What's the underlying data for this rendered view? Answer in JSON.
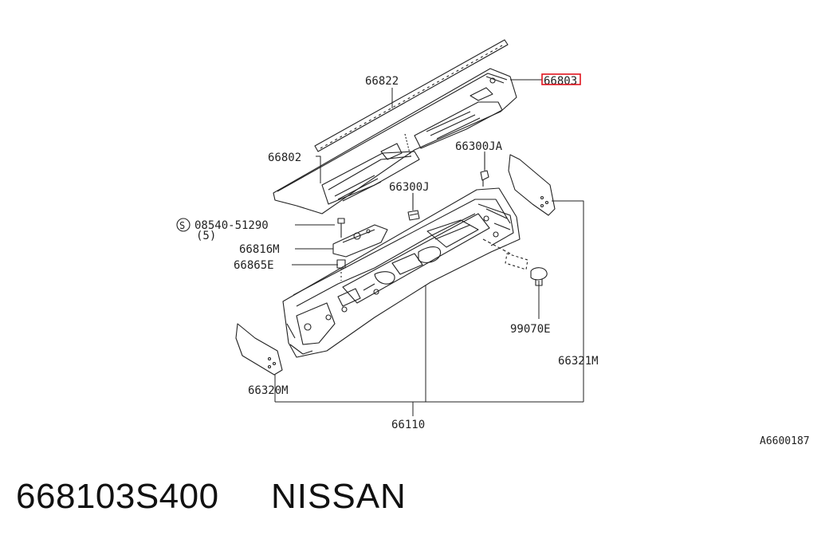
{
  "diagram": {
    "labels": {
      "p66822": "66822",
      "p66803": "66803",
      "p66802": "66802",
      "p66300ja": "66300JA",
      "p66300j": "66300J",
      "screw_code": "08540-51290",
      "screw_qty": "(5)",
      "p66816m": "66816M",
      "p66865e": "66865E",
      "p99070e": "99070E",
      "p66321m": "66321M",
      "p66320m": "66320M",
      "p66110": "66110"
    },
    "reference_code": "A6600187",
    "highlight_color": "#e0141e",
    "icons": [
      "s-circle-icon"
    ]
  },
  "footer": {
    "part_number": "668103S400",
    "brand": "NISSAN"
  }
}
